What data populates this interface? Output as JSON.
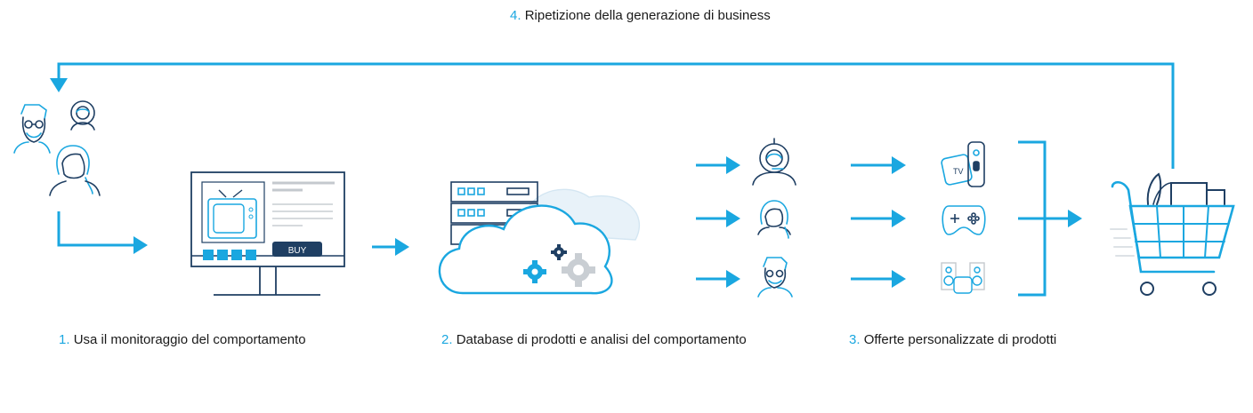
{
  "colors": {
    "accent": "#1aa7e0",
    "dark": "#1f3f63",
    "cloud_fill": "#e8f2f9",
    "gear_grey": "#c9ced3",
    "text": "#1a1a1a"
  },
  "steps": [
    {
      "number": "1.",
      "label": "Usa il monitoraggio del comportamento"
    },
    {
      "number": "2.",
      "label": "Database di prodotti e analisi del comportamento"
    },
    {
      "number": "3.",
      "label": "Offerte personalizzate di prodotti"
    },
    {
      "number": "4.",
      "label": "Ripetizione della generazione di business"
    }
  ],
  "monitor": {
    "buy_label": "BUY"
  },
  "products": {
    "tv_label": "TV"
  }
}
